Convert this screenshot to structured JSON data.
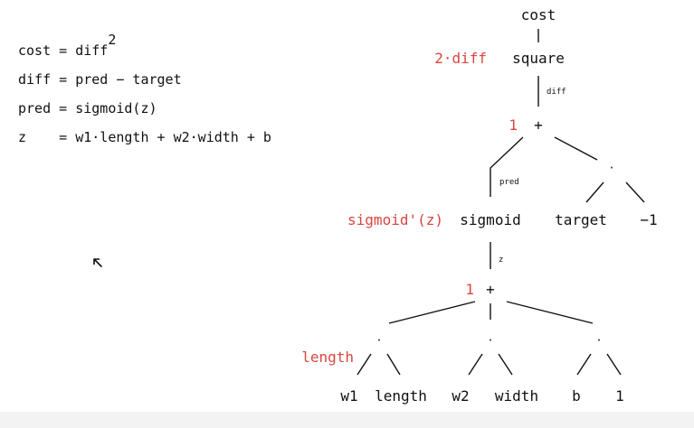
{
  "equations": {
    "line1_prefix": "cost = diff",
    "line1_sup": "2",
    "line2": "diff = pred − target",
    "line3": "pred = sigmoid(z)",
    "line4": "z    = w1·length + w2·width + b"
  },
  "graph": {
    "nodes": {
      "cost": "cost",
      "square": "square",
      "plus_top": "+",
      "sigmoid": "sigmoid",
      "target": "target",
      "neg_one": "−1",
      "plus_bottom": "+",
      "w1": "w1",
      "length": "length",
      "w2": "w2",
      "width": "width",
      "b": "b",
      "one": "1",
      "mul_target": "·",
      "mul_w1": "·",
      "mul_w2": "·",
      "mul_b": "·"
    },
    "edge_labels": {
      "diff": "diff",
      "pred": "pred",
      "z": "z"
    },
    "gradients": {
      "square": "2·diff",
      "plus_top": "1",
      "sigmoid": "sigmoid'(z)",
      "plus_bottom": "1",
      "length": "length"
    }
  },
  "colors": {
    "gradient": "#d9463f",
    "text": "#111111"
  },
  "icons": {
    "cursor": "arrow-cursor-icon"
  }
}
